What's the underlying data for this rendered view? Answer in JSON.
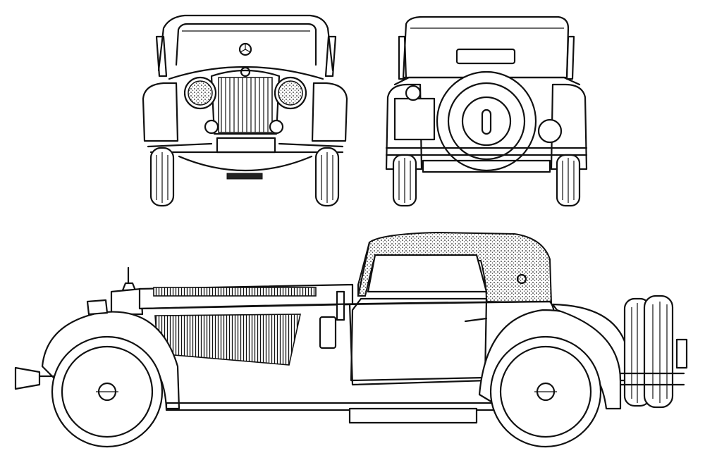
{
  "drawing": {
    "subject": "",
    "line_color": "#111111",
    "background": "#ffffff"
  },
  "views": [
    {
      "key": "front",
      "icon": "car-front-view"
    },
    {
      "key": "rear",
      "icon": "car-rear-view"
    },
    {
      "key": "side",
      "icon": "car-side-view"
    }
  ]
}
